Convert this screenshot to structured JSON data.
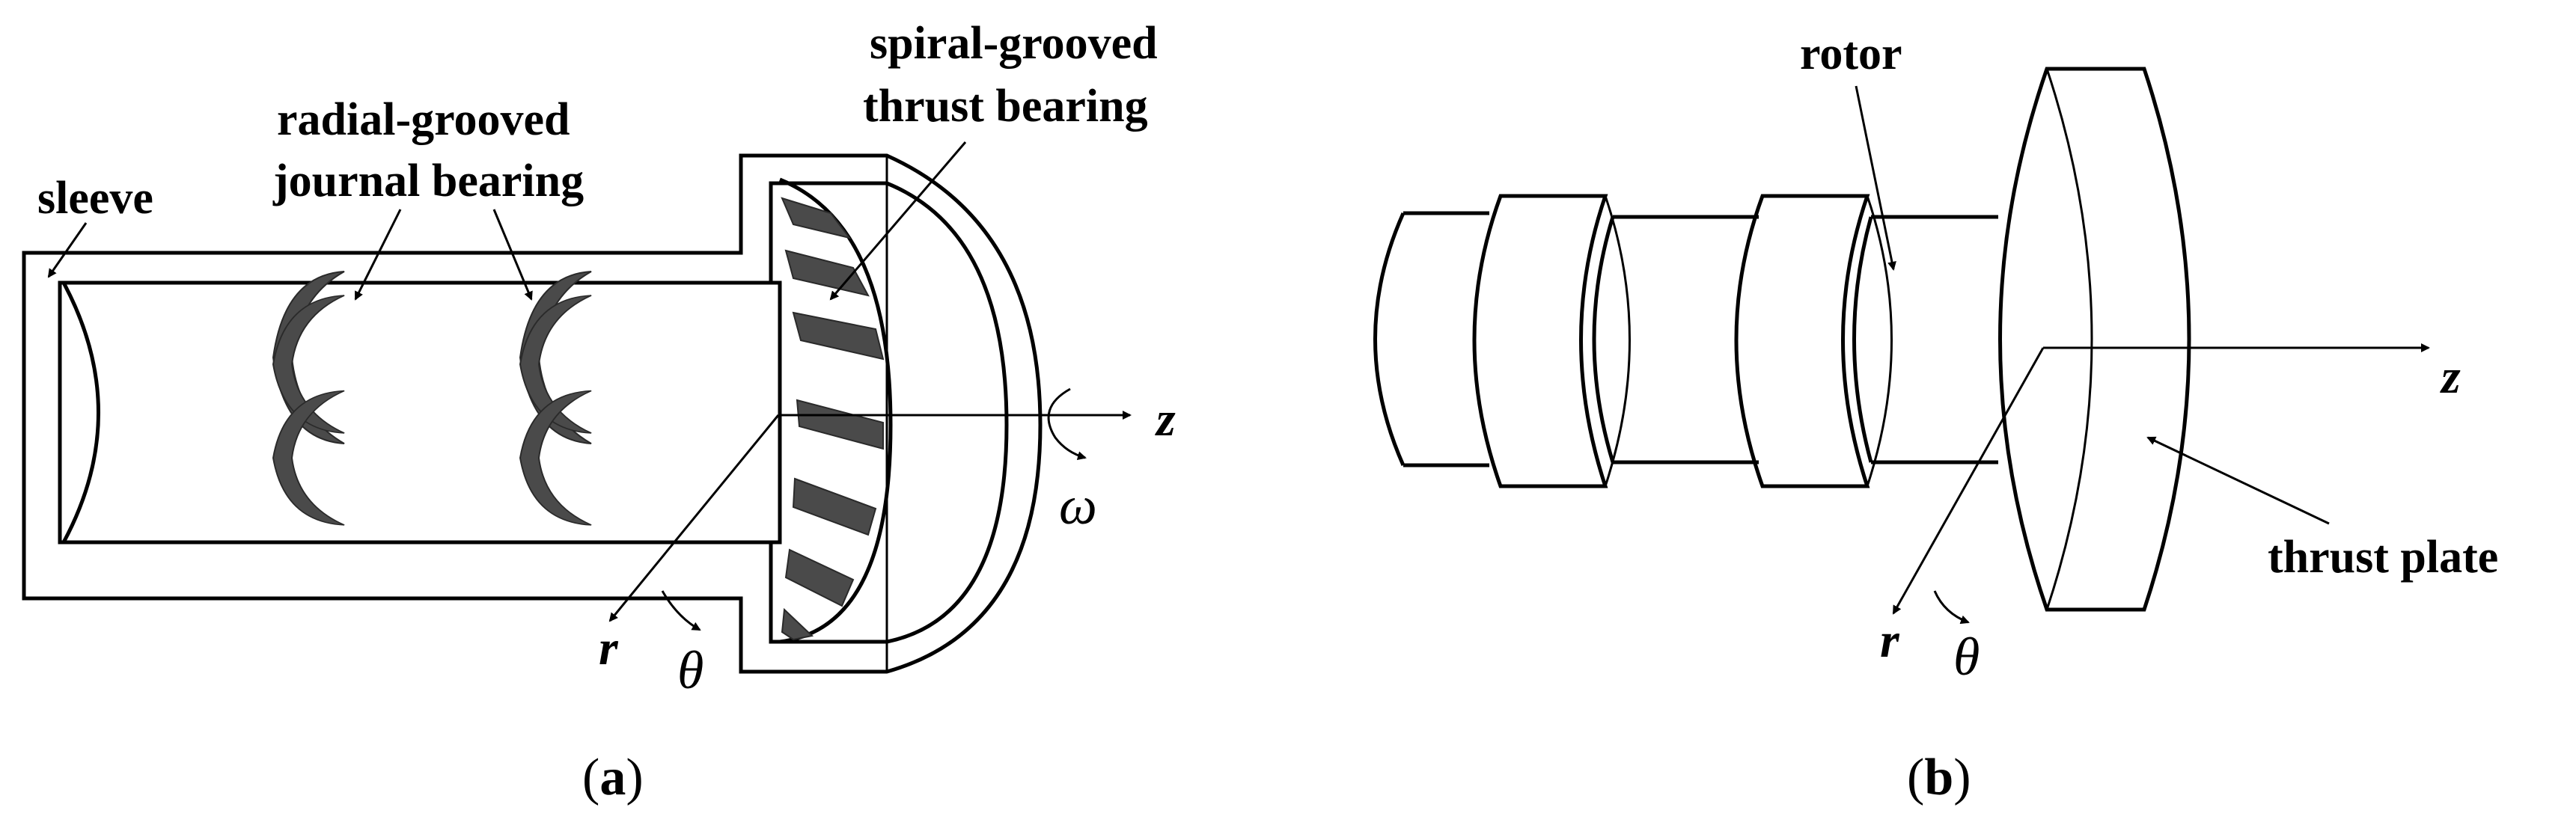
{
  "panel_a": {
    "labels": {
      "sleeve": "sleeve",
      "journal_line1": "radial-grooved",
      "journal_line2": "journal bearing",
      "thrust_line1": "spiral-grooved",
      "thrust_line2": "thrust bearing"
    },
    "axes": {
      "z": "z",
      "r": "r",
      "theta": "θ",
      "omega": "ω"
    },
    "caption": {
      "open": "(",
      "letter": "a",
      "close": ")"
    }
  },
  "panel_b": {
    "labels": {
      "rotor": "rotor",
      "thrust_plate": "thrust plate"
    },
    "axes": {
      "z": "z",
      "r": "r",
      "theta": "θ"
    },
    "caption": {
      "open": "(",
      "letter": "b",
      "close": ")"
    }
  },
  "colors": {
    "line": "#000000",
    "groove_fill": "#4a4a4a",
    "background": "#ffffff"
  }
}
